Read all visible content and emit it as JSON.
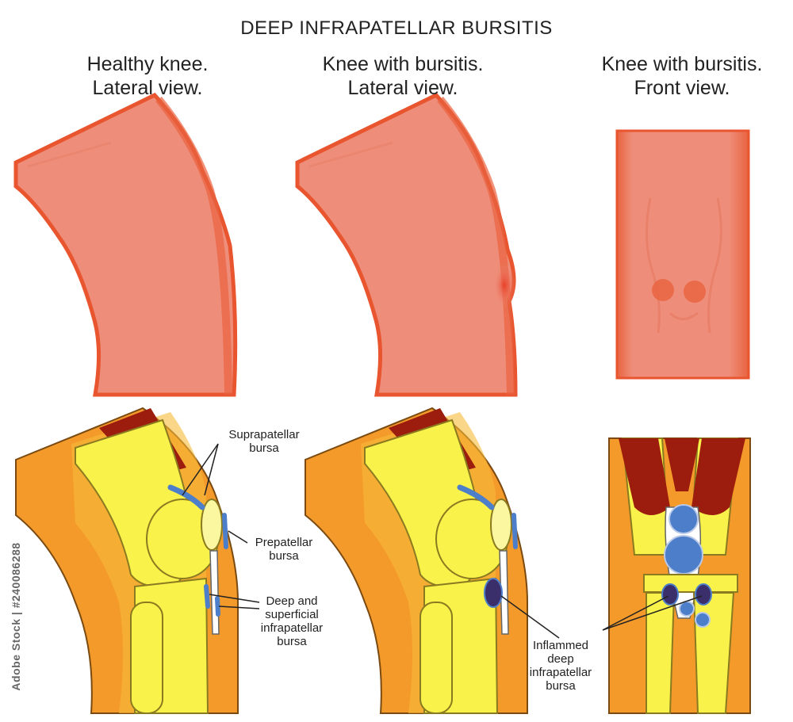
{
  "title": "DEEP INFRAPATELLAR BURSITIS",
  "panels": [
    {
      "line1": "Healthy knee.",
      "line2": "Lateral view."
    },
    {
      "line1": "Knee with bursitis.",
      "line2": "Lateral view."
    },
    {
      "line1": "Knee with bursitis.",
      "line2": "Front view."
    }
  ],
  "labels": {
    "suprapatellar": {
      "line1": "Suprapatellar",
      "line2": "bursa"
    },
    "prepatellar": {
      "line1": "Prepatellar",
      "line2": "bursa"
    },
    "infrapatellar": {
      "line1": "Deep and",
      "line2": "superficial",
      "line3": "infrapatellar",
      "line4": "bursa"
    },
    "inflamed": {
      "line1": "Inflammed",
      "line2": "deep",
      "line3": "infrapatellar",
      "line4": "bursa"
    }
  },
  "watermark": "Adobe Stock | #240086288",
  "colors": {
    "skin": "#ec8c78",
    "skin_edge": "#e8552f",
    "soft_tissue": "#f49a2a",
    "bone": "#f9f24a",
    "muscle": "#9c1c0e",
    "bursa": "#4d7ec9",
    "inflamed_bursa": "#3a2f6b"
  }
}
